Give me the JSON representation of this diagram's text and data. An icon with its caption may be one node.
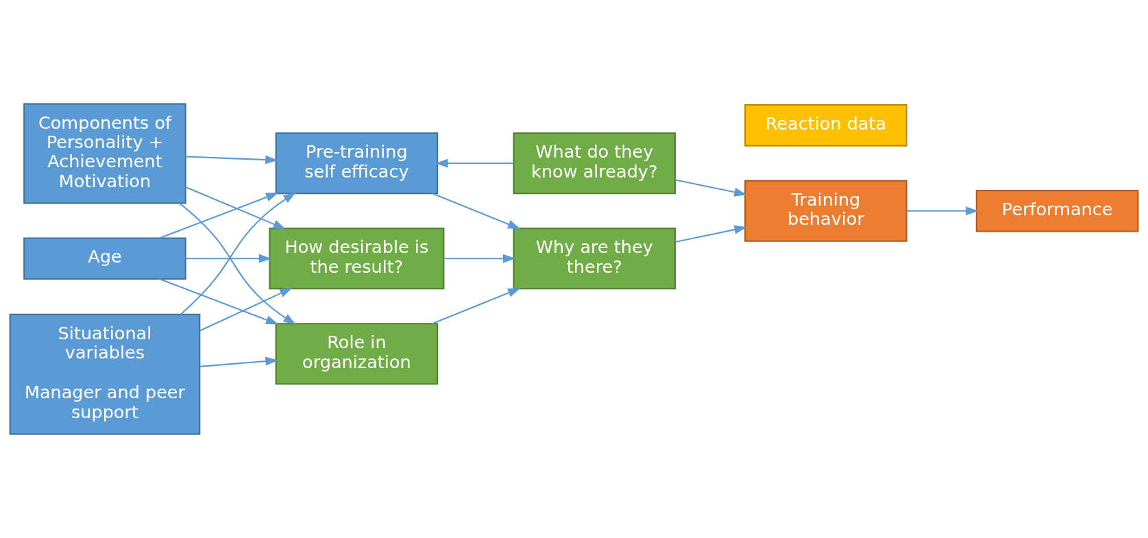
{
  "diagram": {
    "nodes": [
      {
        "text": [
          "Components of Personality + Achievement Motivation"
        ]
      },
      {
        "text": [
          "Age"
        ]
      },
      {
        "text": [
          "Situational variables",
          "Manager and peer support"
        ]
      },
      {
        "text": [
          "Pre-training self efficacy"
        ]
      },
      {
        "text": [
          "How desirable is the result?"
        ]
      },
      {
        "text": [
          "Role in organization"
        ]
      },
      {
        "text": [
          "What do they know already?"
        ]
      },
      {
        "text": [
          "Why are they there?"
        ]
      },
      {
        "text": [
          "Training behavior"
        ]
      },
      {
        "text": [
          "Reaction data"
        ]
      },
      {
        "text": [
          "Performance"
        ]
      }
    ],
    "edges": [
      {
        "from": 0,
        "to": 3,
        "arrow": "to"
      },
      {
        "from": 0,
        "to": 4,
        "arrow": "to"
      },
      {
        "from": 0,
        "to": 5,
        "arrow": "to"
      },
      {
        "from": 1,
        "to": 3,
        "arrow": "to"
      },
      {
        "from": 1,
        "to": 4,
        "arrow": "to"
      },
      {
        "from": 1,
        "to": 5,
        "arrow": "to"
      },
      {
        "from": 2,
        "to": 3,
        "arrow": "to"
      },
      {
        "from": 2,
        "to": 4,
        "arrow": "to"
      },
      {
        "from": 2,
        "to": 5,
        "arrow": "to"
      },
      {
        "from": 6,
        "to": 3,
        "arrow": "to"
      },
      {
        "from": 6,
        "to": 8,
        "arrow": "to"
      },
      {
        "from": 3,
        "to": 7,
        "arrow": "to"
      },
      {
        "from": 4,
        "to": 7,
        "arrow": "to"
      },
      {
        "from": 5,
        "to": 7,
        "arrow": "to"
      },
      {
        "from": 7,
        "to": 8,
        "arrow": "to"
      },
      {
        "from": 8,
        "to": 10,
        "arrow": "to"
      }
    ]
  }
}
